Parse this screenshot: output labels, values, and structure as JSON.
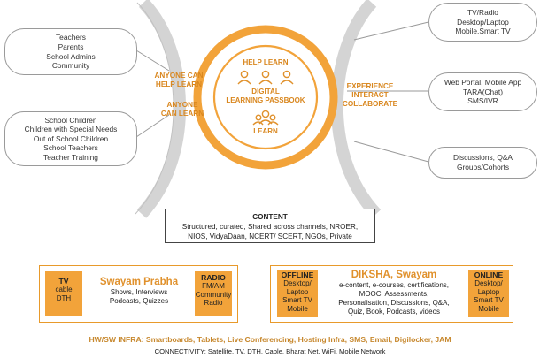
{
  "left_bubbles": [
    [
      "Teachers",
      "Parents",
      "School Admins",
      "Community"
    ],
    [
      "School Children",
      "Children with Special Needs",
      "Out of School Children",
      "School Teachers",
      "Teacher Training"
    ]
  ],
  "right_bubbles": [
    [
      "TV/Radio",
      "Desktop/Laptop",
      "Mobile,Smart TV"
    ],
    [
      "Web Portal, Mobile App",
      "TARA(Chat)",
      "SMS/IVR"
    ],
    [
      "Discussions, Q&A",
      "Groups/Cohorts"
    ]
  ],
  "left_labels": {
    "help": [
      "ANYONE CAN",
      "HELP LEARN"
    ],
    "learn": [
      "ANYONE",
      "CAN LEARN"
    ]
  },
  "right_label": [
    "EXPERIENCE",
    "INTERACT",
    "COLLABORATE"
  ],
  "hub": {
    "top": "HELP LEARN",
    "title": [
      "DIGITAL",
      "LEARNING PASSBOOK"
    ],
    "bottom": "LEARN"
  },
  "content": {
    "title": "CONTENT",
    "lines": [
      "Structured, curated, Shared across channels, NROER,",
      "NIOS, VidyaDaan, NCERT/ SCERT, NGOs, Private"
    ]
  },
  "swayam_prabha": {
    "tv": [
      "TV",
      "cable",
      "DTH"
    ],
    "title": "Swayam Prabha",
    "lines": [
      "Shows, Interviews",
      "Podcasts, Quizzes"
    ],
    "radio": [
      "RADIO",
      "FM/AM",
      "Community",
      "Radio"
    ]
  },
  "diksha": {
    "offline": [
      "OFFLINE",
      "Desktop/",
      "Laptop",
      "Smart TV",
      "Mobile"
    ],
    "title": "DIKSHA, Swayam",
    "lines": [
      "e-content, e-courses, certifications,",
      "MOOC, Assessments,",
      "Personalisation, Discussions, Q&A,",
      "Quiz, Book, Podcasts, videos"
    ],
    "online": [
      "ONLINE",
      "Desktop/",
      "Laptop",
      "Smart TV",
      "Mobile"
    ]
  },
  "infra": "HW/SW INFRA: Smartboards, Tablets, Live Conferencing, Hosting Infra, SMS, Email, Digilocker, JAM",
  "connectivity": "CONNECTIVITY: Satellite, TV, DTH, Cable, Bharat Net, WiFi, Mobile Network",
  "colors": {
    "accent": "#f2a33a",
    "text_accent": "#d9871f",
    "arc": "#d0d0d0"
  },
  "icons": [
    "person-icon",
    "group-icon"
  ]
}
